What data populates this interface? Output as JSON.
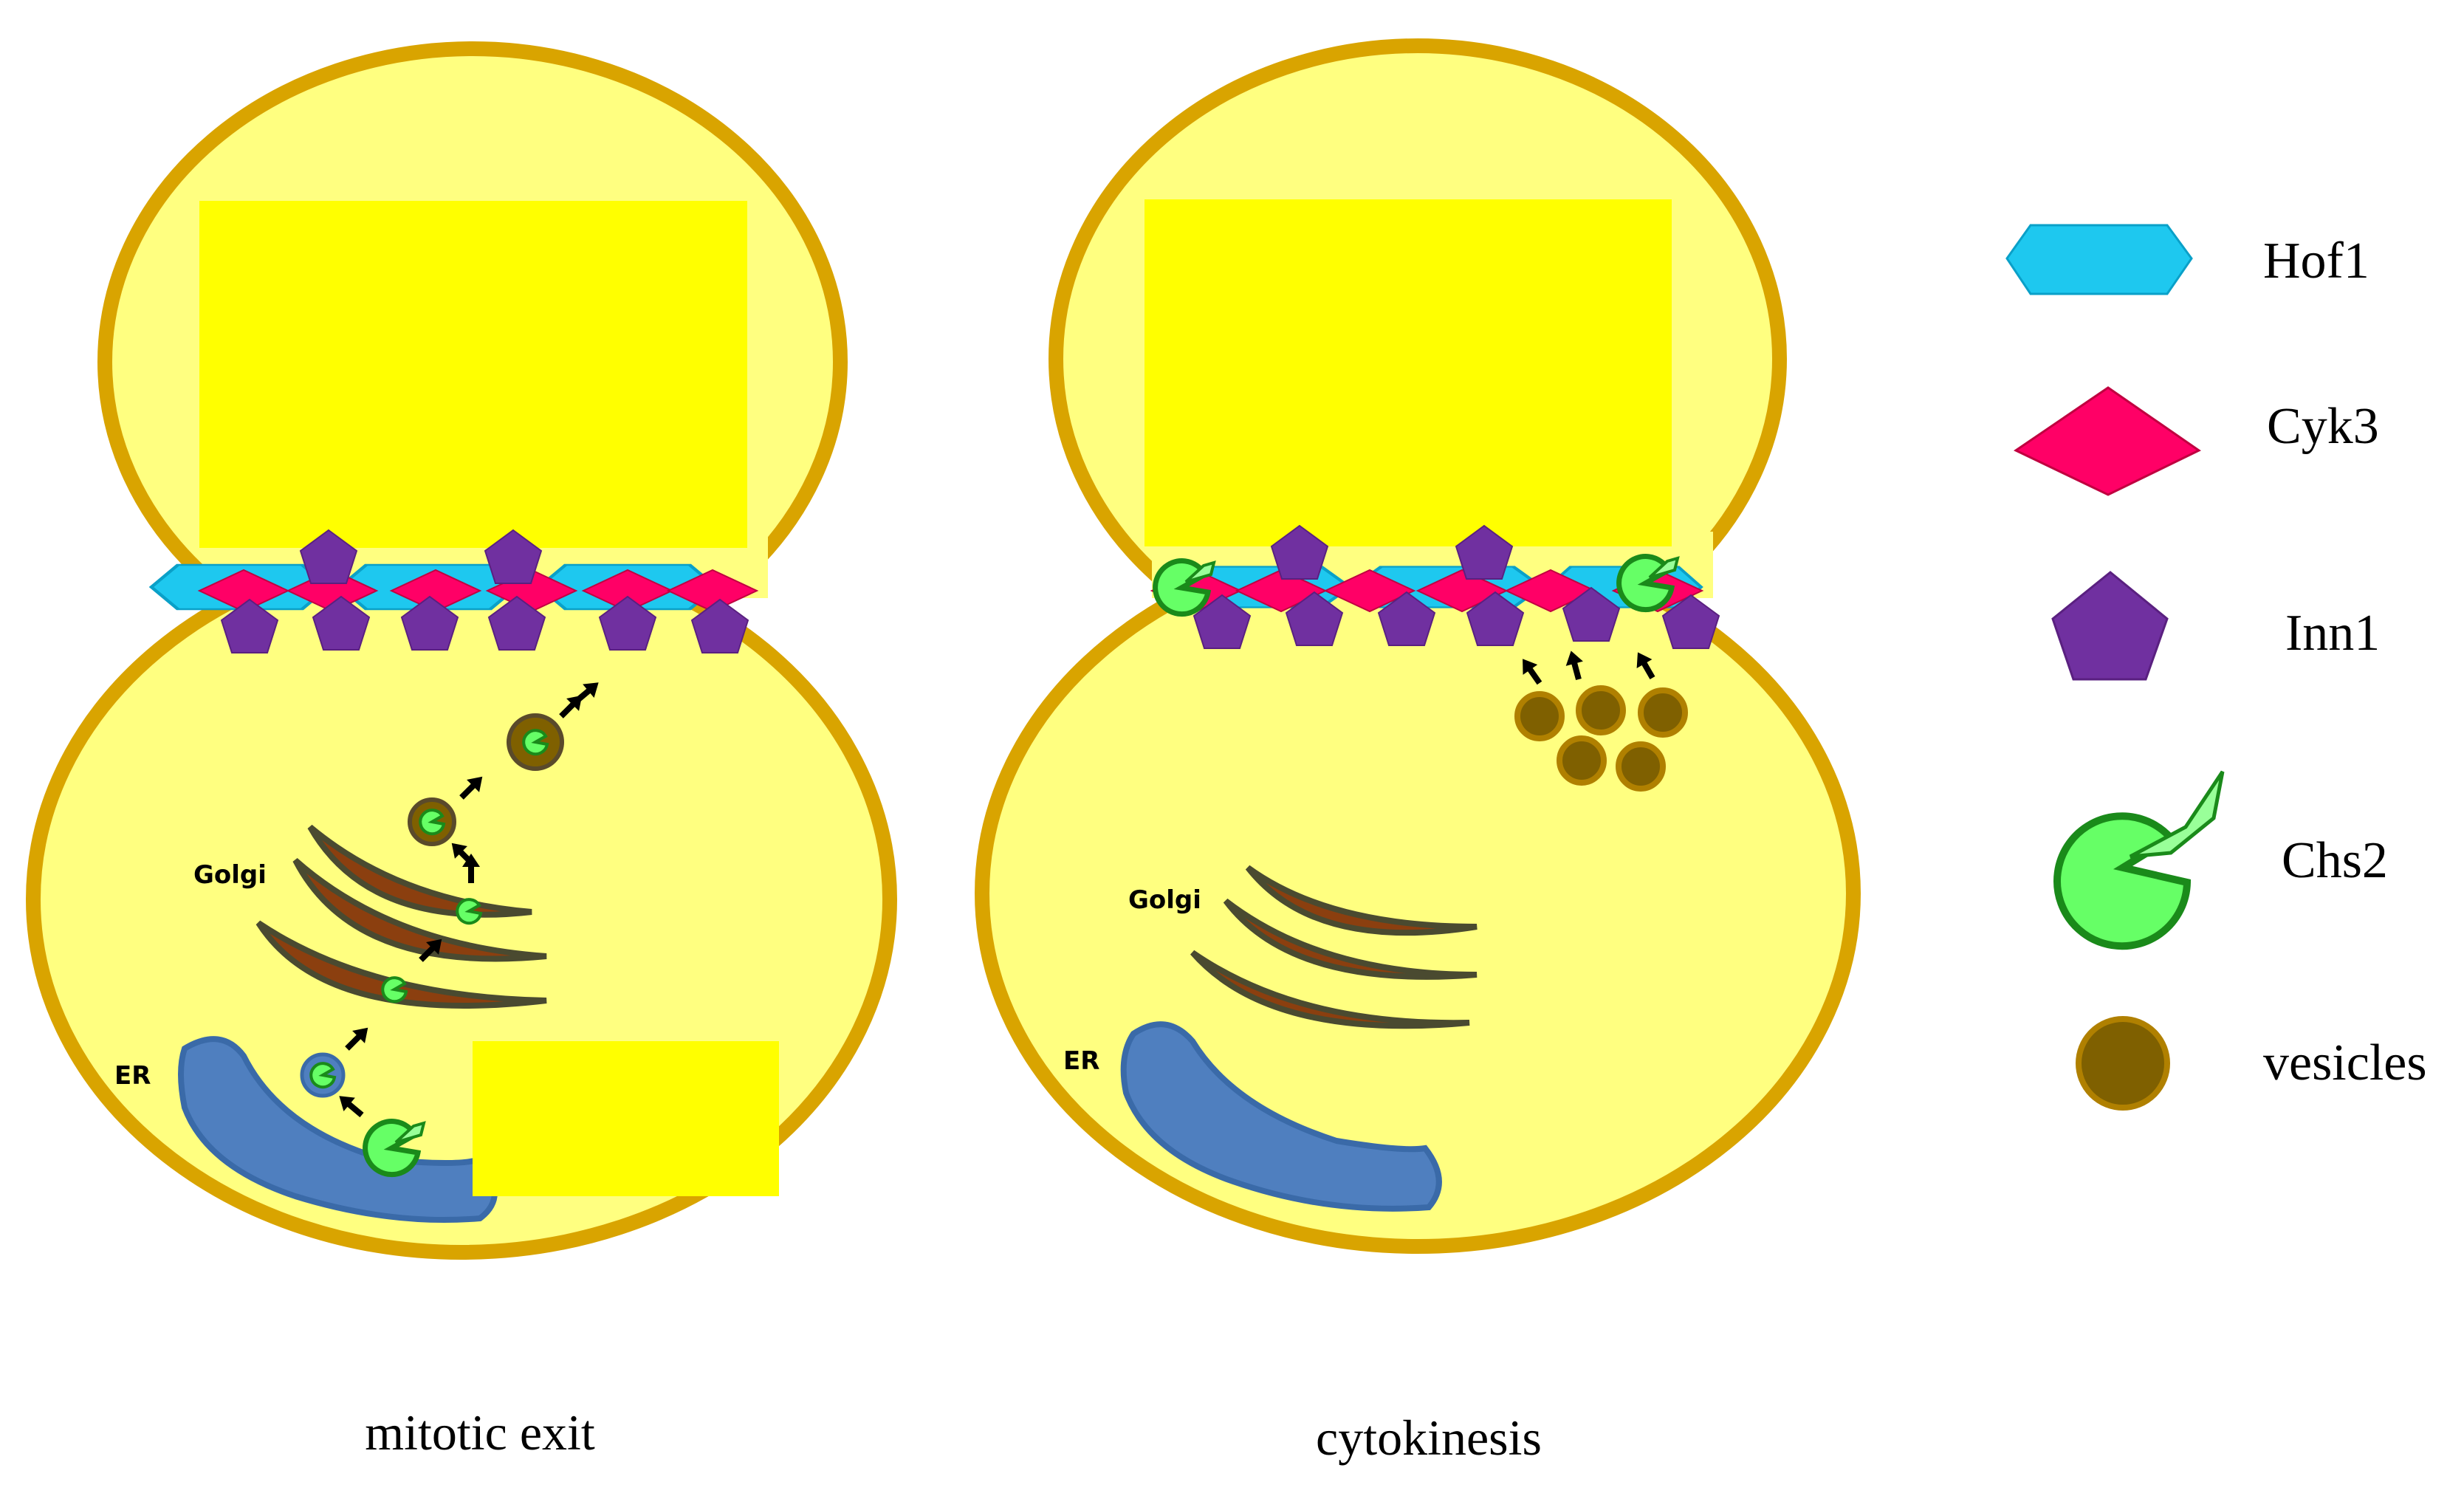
{
  "panels": [
    {
      "caption": "mitotic exit",
      "labels": {
        "golgi": "Golgi",
        "er": "ER"
      }
    },
    {
      "caption": "cytokinesis",
      "labels": {
        "golgi": "Golgi",
        "er": "ER"
      }
    }
  ],
  "legend": [
    {
      "label": "Hof1",
      "icon": "hexagon-icon",
      "color": "#1ec8ef"
    },
    {
      "label": "Cyk3",
      "icon": "diamond-icon",
      "color": "#ff0066"
    },
    {
      "label": "Inn1",
      "icon": "pentagon-icon",
      "color": "#7030a0"
    },
    {
      "label": "Chs2",
      "icon": "pacman-icon",
      "color": "#66ff66"
    },
    {
      "label": "vesicles",
      "icon": "circle-icon",
      "color": "#7f6000"
    }
  ],
  "colors": {
    "cell_fill": "#ffff80",
    "cell_border": "#d9a400",
    "redaction": "#ffff00",
    "golgi": "#8b3f0f",
    "er": "#4f7fbf",
    "chs2_dark": "#1a8a1a"
  }
}
